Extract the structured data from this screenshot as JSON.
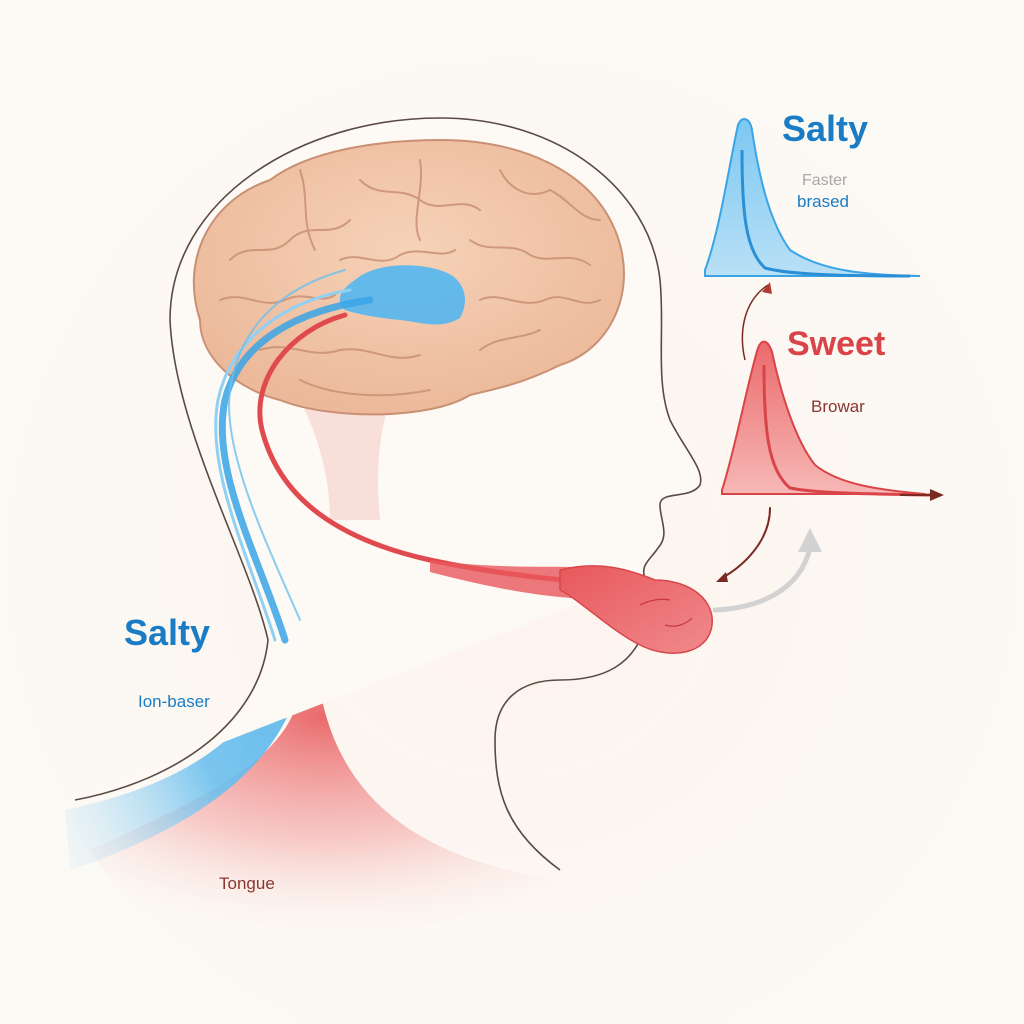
{
  "diagram": {
    "subject": "Taste pathway from tongue to brain",
    "colors": {
      "background": "#fcfaf5",
      "salty_blue": "#1a7cc4",
      "salty_fill": "#6cc0ee",
      "sweet_red": "#d94448",
      "sweet_fill": "#f08a8c",
      "brain": "#f0c4a6",
      "brain_outline": "#c99074",
      "outline": "#5a4a44",
      "arrow_dark_red": "#7a2a22",
      "arrow_gray": "#cccccc"
    },
    "left_labels": {
      "salty_title": "Salty",
      "salty_sub": "Ion-baser",
      "tongue": "Tongue"
    },
    "right_graphs": [
      {
        "name": "salty-response-curve",
        "title": "Salty",
        "subtitle_line1": "Faster",
        "subtitle_line2": "brased",
        "color": "#1a7cc4"
      },
      {
        "name": "sweet-response-curve",
        "title": "Sweet",
        "subtitle_line1": "Browar",
        "color": "#d94448"
      }
    ]
  }
}
